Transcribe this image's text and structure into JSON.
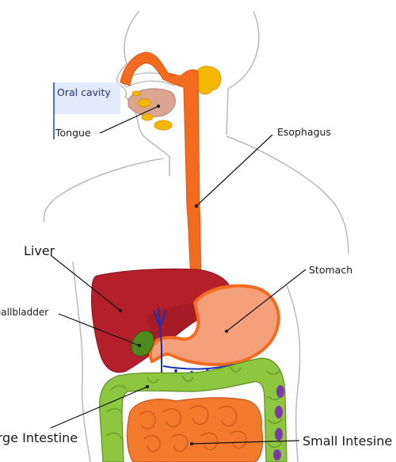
{
  "labels": {
    "oral_cavity": "Oral cavity",
    "tongue": "Tongue",
    "esophagus": "Esophagus",
    "liver": "Liver",
    "stomach": "Stomach",
    "gallbladder": "Gallbladder",
    "large_intestine": "Large Intestine",
    "small_intestine": "Small Intesine"
  },
  "colors": {
    "outline": "#b9b9b9",
    "esophagus": "#f46b1f",
    "salivary": "#f5b800",
    "tongue": "#dca591",
    "liver": "#b51f2a",
    "gallbladder": "#4f8a1e",
    "stomach": "#f4a07a",
    "large_intestine": "#8dc63f",
    "small_intestine": "#f37a2c",
    "appendix": "#7b3aa5",
    "bile_duct": "#1a2fb8",
    "oral_highlight": "#dde8fa",
    "oral_bar": "#1f3fd6"
  }
}
